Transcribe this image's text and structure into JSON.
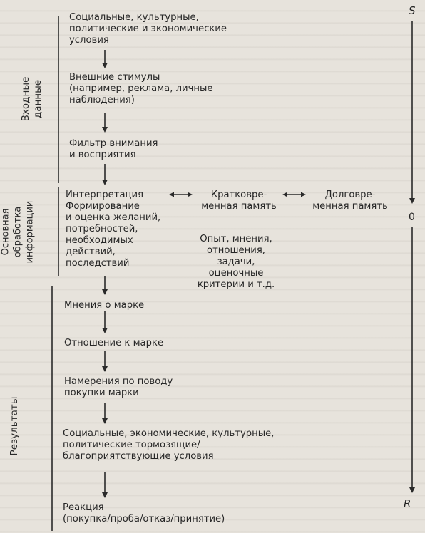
{
  "sections": {
    "input": "Входные данные",
    "processing": "Основная обработка информации",
    "results": "Результаты"
  },
  "steps": {
    "conditions": [
      "Социальные, культурные,",
      "политические и экономические",
      "условия"
    ],
    "stimuli": [
      "Внешние стимулы",
      "(например, реклама, личные",
      "наблюдения)"
    ],
    "filter": [
      "Фильтр внимания",
      "и восприятия"
    ],
    "interpretation": [
      "Интерпретация",
      "Формирование",
      "и оценка желаний,",
      "потребностей,",
      "необходимых",
      "действий,",
      "последствий"
    ],
    "opinions": "Мнения о марке",
    "attitude": "Отношение к марке",
    "intentions": [
      "Намерения по поводу",
      "покупки марки"
    ],
    "inhibiting": [
      "Социальные, экономические, культурные,",
      "политические тормозящие/",
      "благоприятствующие условия"
    ],
    "reaction": [
      "Реакция",
      "(покупка/проба/отказ/принятие)"
    ]
  },
  "memory": {
    "short_term": [
      "Кратковре-",
      "менная память"
    ],
    "long_term": [
      "Долговре-",
      "менная память"
    ],
    "contents": [
      "Опыт, мнения,",
      "отношения,",
      "задачи,",
      "оценочные",
      "критерии и т.д."
    ]
  },
  "axis": {
    "top": "S",
    "middle": "0",
    "bottom": "R"
  }
}
